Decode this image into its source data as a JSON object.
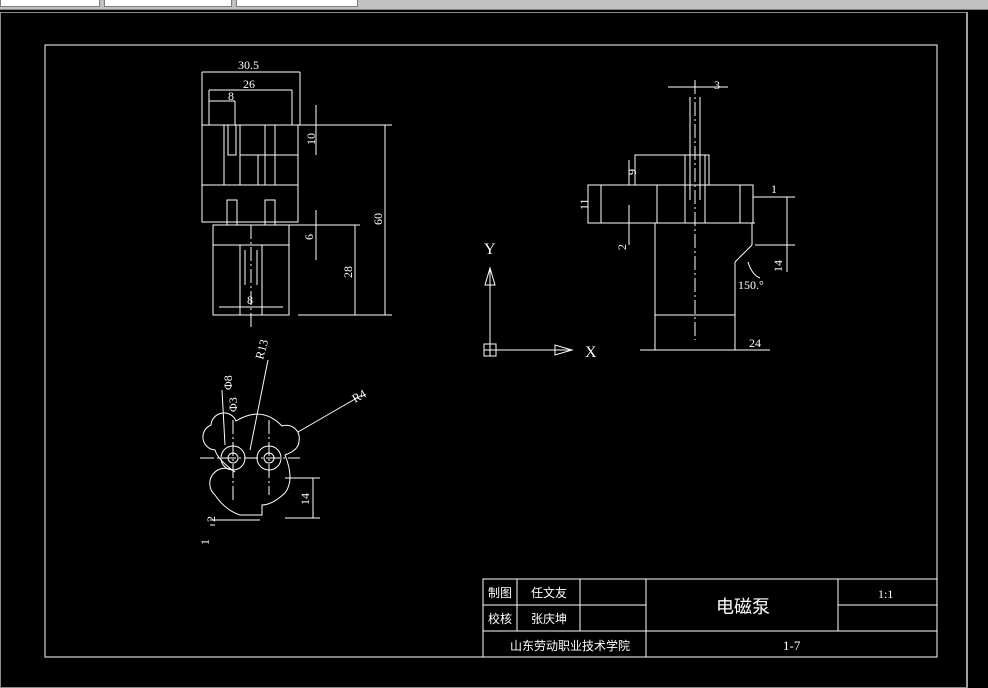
{
  "title_block": {
    "drawn_label": "制图",
    "drawn_name": "任文友",
    "checked_label": "校核",
    "checked_name": "张庆坤",
    "part_name": "电磁泵",
    "scale": "1:1",
    "school": "山东劳动职业技术学院",
    "drawing_no": "1-7"
  },
  "dimensions": {
    "front_width_total": "30.5",
    "front_width": "26",
    "front_offset": "8",
    "front_top_h": "10",
    "front_height_total": "60",
    "front_step": "6",
    "front_lower_h": "28",
    "front_base_w": "8",
    "side_top_w": "3",
    "side_step_h": "9",
    "side_flange": "11",
    "side_gap": "2",
    "side_lip": "1",
    "side_angle": "150.°",
    "side_lip_h": "14",
    "side_base_w": "24",
    "top_radius_large": "R13",
    "top_radius_small": "R4",
    "top_dia_outer": "Φ8",
    "top_dia_inner": "Φ3",
    "top_height": "14",
    "top_small_a": "2",
    "top_small_b": "1"
  },
  "ucs": {
    "x_label": "X",
    "y_label": "Y"
  },
  "colors": {
    "background": "#000000",
    "lines": "#ffffff",
    "toolbar": "#c0c0c0"
  }
}
